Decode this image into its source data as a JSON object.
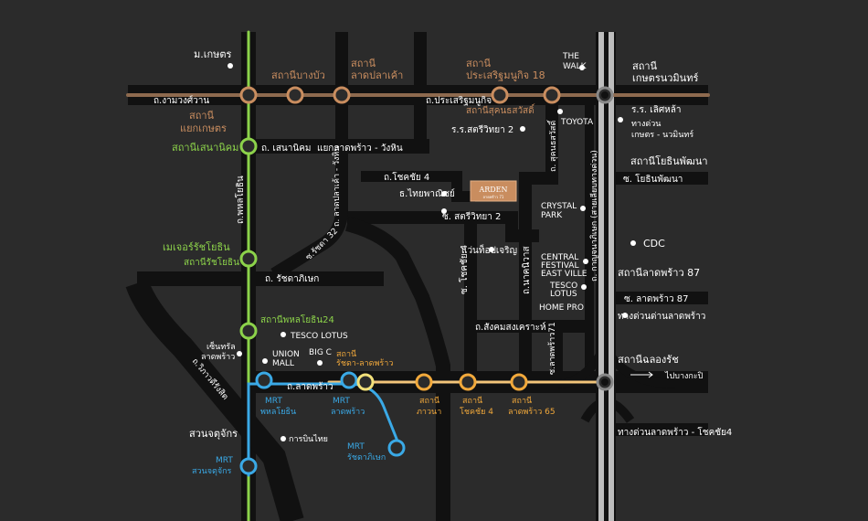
{
  "colors": {
    "background": "#2b2b2b",
    "road": "#111111",
    "brown_line": "#8e6a4e",
    "brown_station": "#c98d5f",
    "green_line": "#8cd24a",
    "blue_line": "#3aa9e6",
    "yellow_line": "#f2c57a",
    "orange_station": "#f2a93b",
    "expressway": "#bdbdbd"
  },
  "brown_stations": [
    {
      "lines": [
        "สถานี",
        "บางบัว"
      ],
      "single": "สถานีบางบัว"
    },
    {
      "lines": [
        "สถานี",
        "ลาดปลาเค้า"
      ]
    },
    {
      "lines": [
        "สถานี",
        "ประเสริฐมนูกิจ 18"
      ]
    },
    {
      "lines": [
        "สถานีสุคนธสวัสดิ์"
      ]
    },
    {
      "lines": [
        "สถานี",
        "แยกเกษตร"
      ]
    },
    {
      "lines": [
        "สถานี",
        "เกษตรนวมินทร์"
      ]
    }
  ],
  "green_stations": {
    "senanikhom": "สถานีเสนานิคม",
    "ratchayothin_top": "เมเจอร์รัชโยธิน",
    "ratchayothin": "สถานีรัชโยธิน",
    "phahon24": "สถานีพหลโยธิน24"
  },
  "orange_stations": {
    "ratchada_lat_1": "สถานี",
    "ratchada_lat_2": "รัชดา-ลาดพร้าว",
    "phawana_1": "สถานี",
    "phawana_2": "ภาวนา",
    "chokchai_1": "สถานี",
    "chokchai_2": "โชคชัย 4",
    "lat65_1": "สถานี",
    "lat65_2": "ลาดพร้าว 65"
  },
  "blue_stations": {
    "phahon_1": "MRT",
    "phahon_2": "พหลโยธิน",
    "lat_1": "MRT",
    "lat_2": "ลาดพร้าว",
    "ratchada_1": "MRT",
    "ratchada_2": "รัชดาภิเษก",
    "chatuchak_top": "สวนจตุจักร",
    "chatuchak_1": "MRT",
    "chatuchak_2": "สวนจตุจักร"
  },
  "roads": {
    "ngamwongwan": "ถ.งามวงศ์วาน",
    "prasert": "ถ.ประเสริฐมนูกิจ",
    "senanikhom": "ถ. เสนานิคม",
    "senanikhom_junction": "แยกลาดพร้าว - วังหิน",
    "phahon": "ถ.พหลโยธิน",
    "lat_wanghin": "ถ. ลาดปลาเค้า - วังหิน",
    "chokchai4": "ถ.โชคชัย 4",
    "satri2": "ซ. สตรีวิทยา 2",
    "ratchada32": "ซ.รัชดา 32",
    "ratchada": "ถ. รัชดาภิเษก",
    "chokchai4_v": "ซ. โชคชัย 4",
    "nakniwat": "ถ.นาคนิวาส",
    "sangkhom": "ถ.สังคมสงเคราะห์",
    "lat71": "ซ.ลาดพร้าว71",
    "sukhonthasawat": "ถ. สุคนธสวัสดิ์",
    "vibhavadi": "ถ.วิภาวดีรังสิต",
    "latphrao": "ถ.ลาดพร้าว",
    "kaset_nawamin_v": "ถ. กาญจนาภิเษก (สายเลียบทางด่วน)",
    "lat87": "ซ. ลาดพร้าว 87",
    "yothin_patthana": "ซ. โยธินพัฒนา",
    "to_bangkapi": "ไปบางกะปิ"
  },
  "places": {
    "kaset_univ": "ม.เกษตร",
    "the_walk_1": "THE",
    "the_walk_2": "WALK",
    "toyota": "TOYOTA",
    "school_satri": "ร.ร.สตรีวิทยา 2",
    "school_lert": "ร.ร. เลิศหล้า",
    "expressway_kn_1": "ทางด่วน",
    "expressway_kn_2": "เกษตร - นวมินทร์",
    "yothin_station": "สถานีโยธินพัฒนา",
    "bank": "ธ.ไทยพาณิชย์",
    "arden_1": "ARDEN",
    "arden_2": "ลาดพร้าว 71",
    "crystal_1": "CRYSTAL",
    "crystal_2": "PARK",
    "cdc": "CDC",
    "waen": "แว่นท็อปเจริญ",
    "central_1": "CENTRAL",
    "central_2": "FESTIVAL",
    "central_3": "EAST VILLE",
    "lat87_station": "สถานีลาดพร้าว 87",
    "tesco2_1": "TESCO",
    "tesco2_2": "LOTUS",
    "homepro": "HOME PRO",
    "exp_lat_1": "ทางด่วนด่านลาดพร้าว",
    "tesco1": "TESCO LOTUS",
    "central_lat_1": "เซ็นทรัล",
    "central_lat_2": "ลาดพร้าว",
    "union_1": "UNION",
    "union_2": "MALL",
    "bigc": "BIG C",
    "chalong": "สถานีฉลองรัช",
    "thai_airways": "การบินไทย",
    "exp_lat_chok": "ทางด่วนลาดพร้าว - โชคชัย4"
  }
}
